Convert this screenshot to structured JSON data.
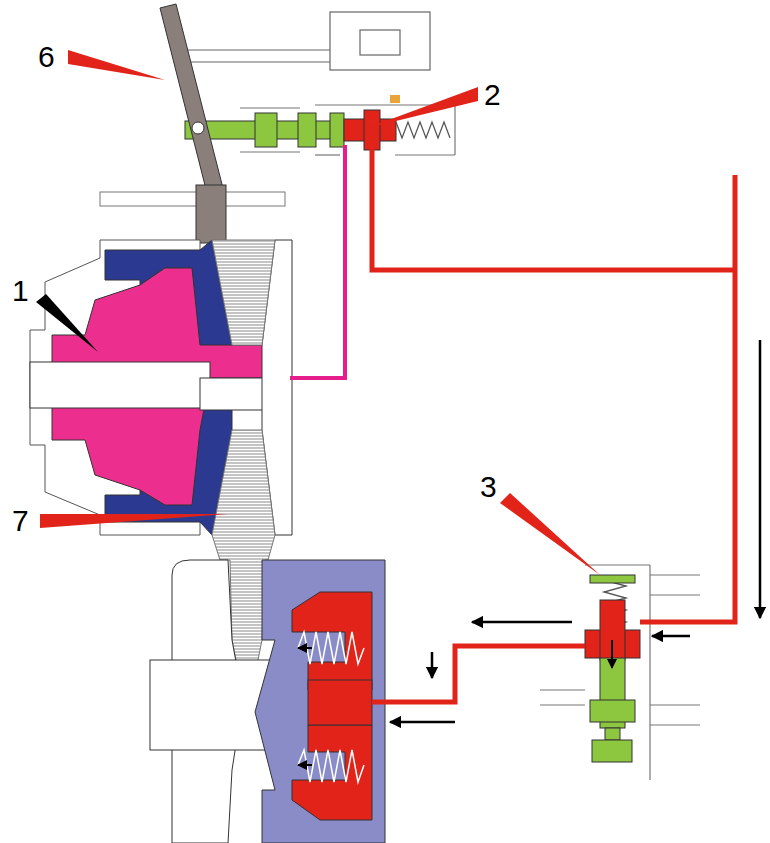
{
  "diagram": {
    "labels": [
      "6",
      "2",
      "1",
      "7",
      "3"
    ]
  }
}
